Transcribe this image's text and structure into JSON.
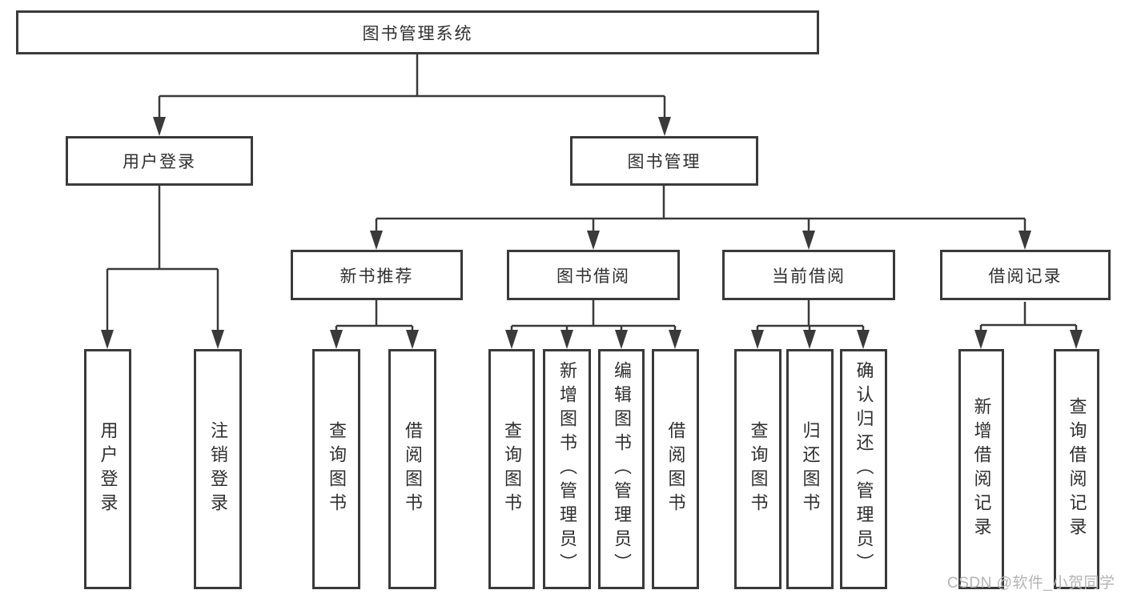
{
  "watermark": "CSDN @软件_小贺同学",
  "colors": {
    "line": "#3a3a3a",
    "box_border": "#3a3a3a",
    "text": "#2f2f2f",
    "watermark": "#b4b4b4",
    "background": "#ffffff"
  },
  "tree": {
    "label": "图书管理系统",
    "children": [
      {
        "label": "用户登录",
        "children": [
          {
            "label": "用户登录"
          },
          {
            "label": "注销登录"
          }
        ]
      },
      {
        "label": "图书管理",
        "children": [
          {
            "label": "新书推荐",
            "children": [
              {
                "label": "查询图书"
              },
              {
                "label": "借阅图书"
              }
            ]
          },
          {
            "label": "图书借阅",
            "children": [
              {
                "label": "查询图书"
              },
              {
                "label": "新增图书（管理员）"
              },
              {
                "label": "编辑图书（管理员）"
              },
              {
                "label": "借阅图书"
              }
            ]
          },
          {
            "label": "当前借阅",
            "children": [
              {
                "label": "查询图书"
              },
              {
                "label": "归还图书"
              },
              {
                "label": "确认归还（管理员）"
              }
            ]
          },
          {
            "label": "借阅记录",
            "children": [
              {
                "label": "新增借阅记录"
              },
              {
                "label": "查询借阅记录"
              }
            ]
          }
        ]
      }
    ]
  }
}
